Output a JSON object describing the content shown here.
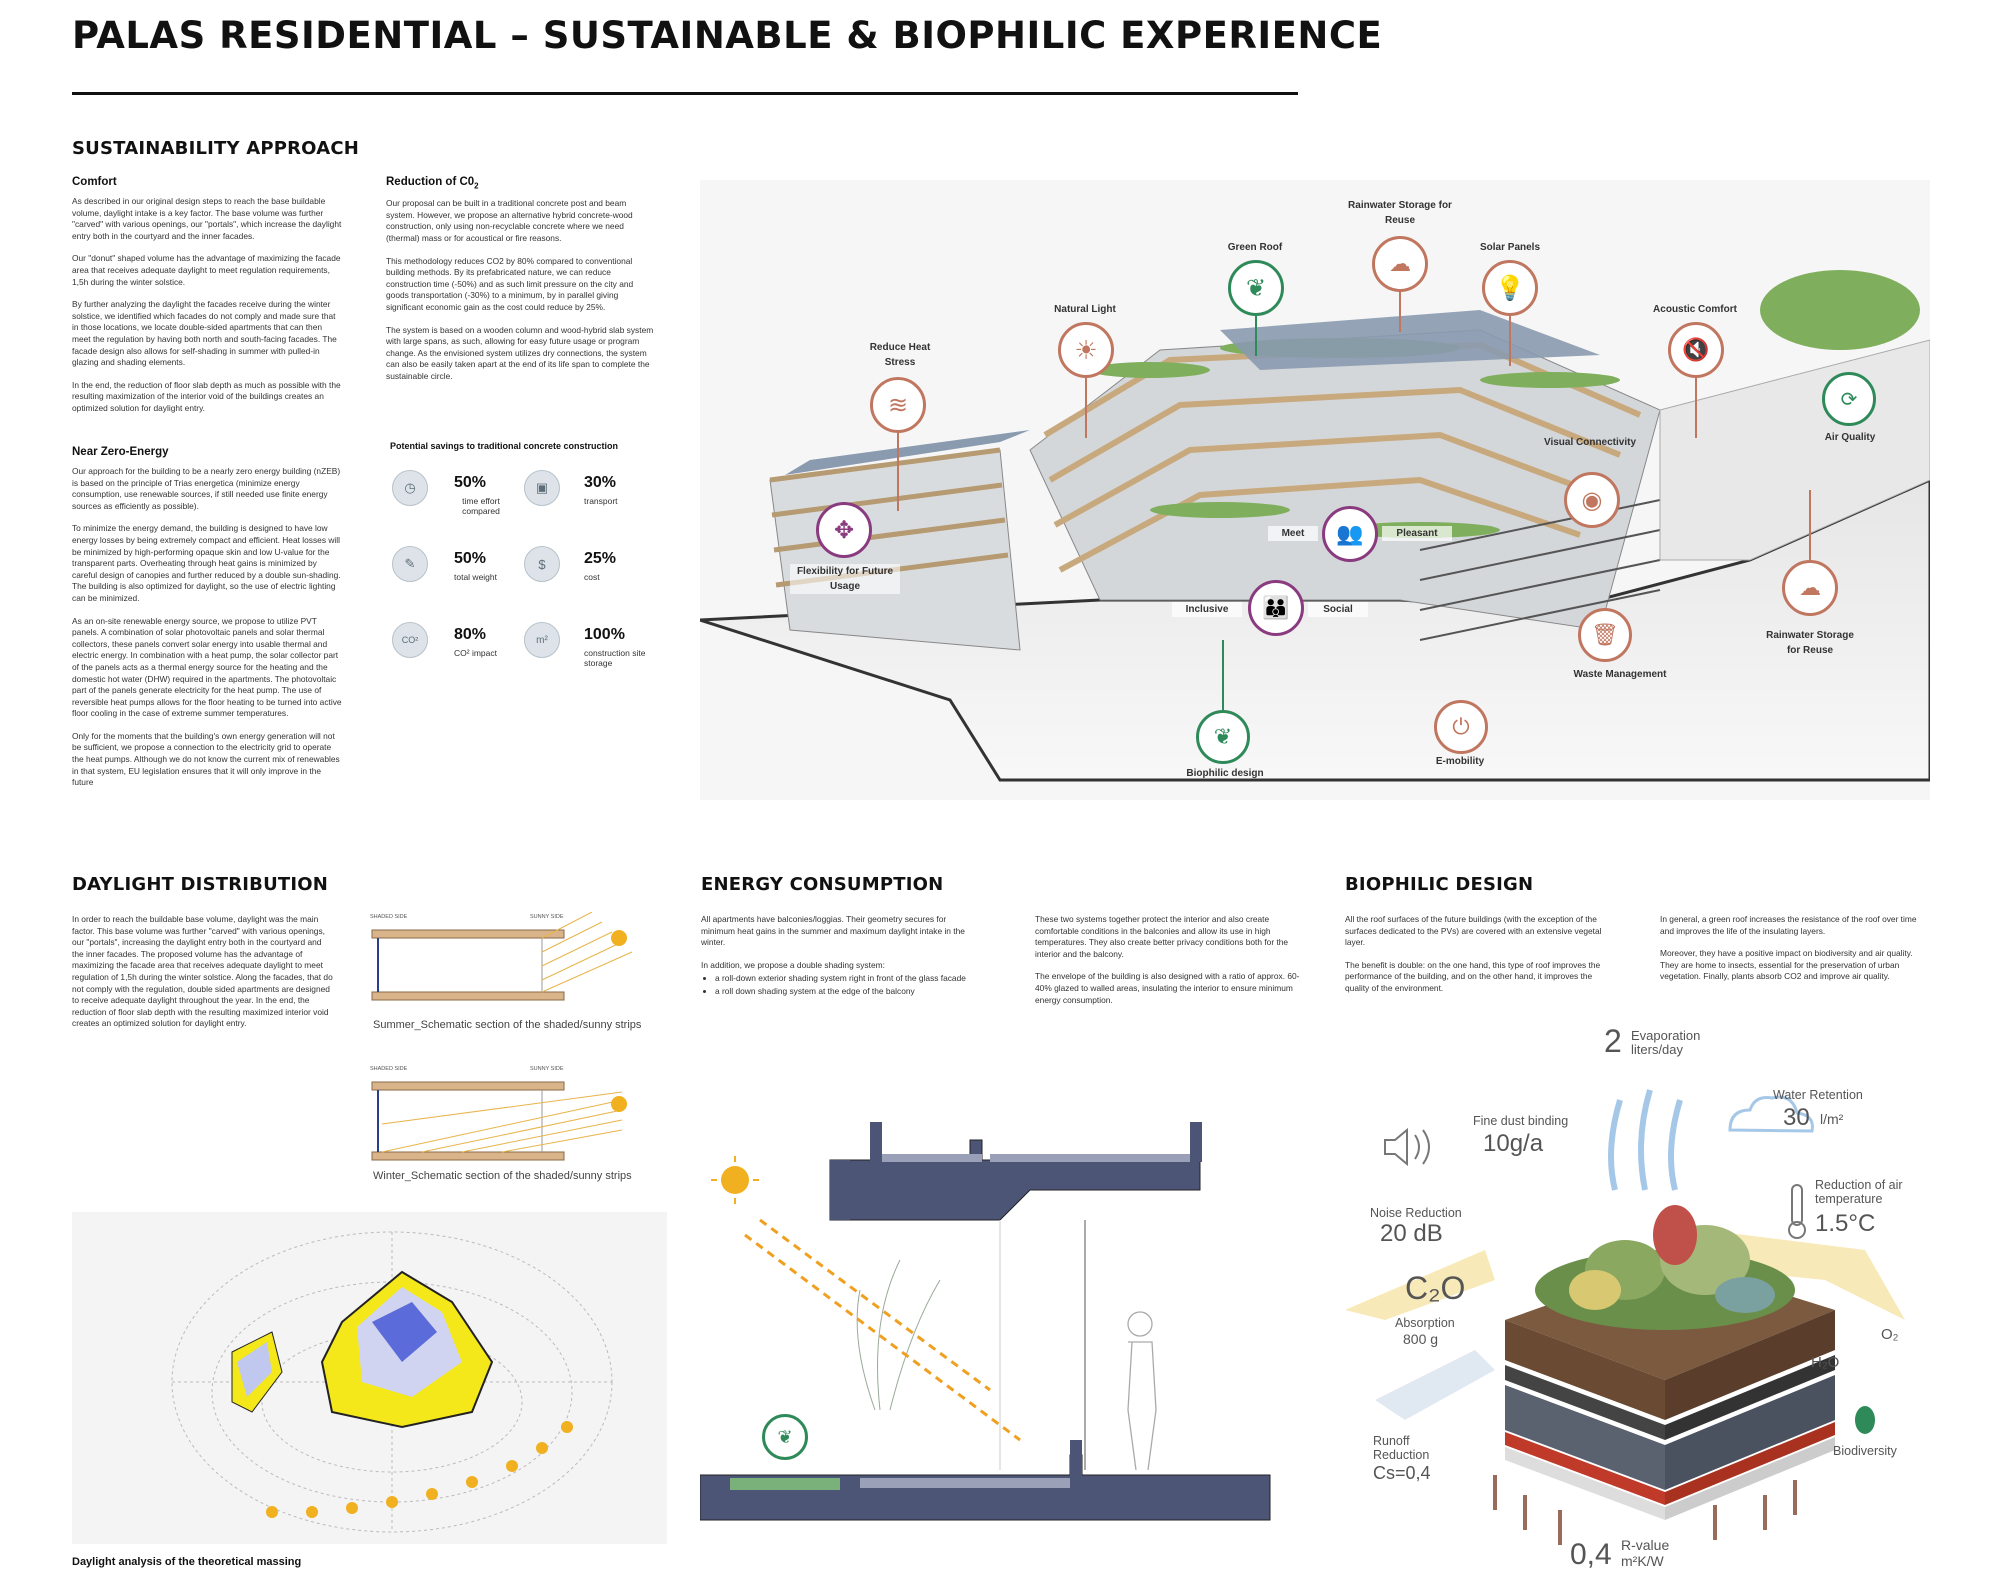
{
  "title": "PALAS RESIDENTIAL – SUSTAINABLE & BIOPHILIC EXPERIENCE",
  "sustainability": {
    "heading": "SUSTAINABILITY APPROACH",
    "comfort": {
      "heading": "Comfort",
      "paragraphs": [
        "As described in our original design steps to reach the base buildable volume, daylight intake is a key factor. The base volume was further \"carved\" with various openings, our \"portals\", which increase the daylight entry both in the courtyard and the inner facades.",
        "Our \"donut\" shaped volume has the advantage of maximizing the facade area that receives adequate daylight to meet regulation requirements, 1,5h during the winter solstice.",
        "By further analyzing the daylight the facades receive during the winter solstice, we identified which facades do not comply and made sure that in those locations, we locate double-sided apartments that can then meet the regulation by having both north and south-facing facades. The facade design also allows for self-shading in summer with pulled-in glazing and shading elements.",
        "In the end, the reduction of floor slab depth as much as possible with the resulting maximization of the interior void of the buildings creates an optimized solution for daylight entry."
      ]
    },
    "nzeb": {
      "heading": "Near Zero-Energy",
      "paragraphs": [
        "Our approach for the building to be a nearly zero energy building (nZEB) is based on the principle of Trias energetica (minimize energy consumption, use renewable sources, if still needed use finite energy sources as efficiently as possible).",
        "To minimize the energy demand, the building is designed to have low energy losses by being extremely compact and efficient. Heat losses will be minimized by high-performing opaque skin and low U-value for the transparent parts. Overheating through heat gains is minimized by careful design of canopies and further reduced by a double sun-shading. The building is also optimized for daylight, so the use of electric lighting can be minimized.",
        "As an on-site renewable energy source, we propose to utilize PVT panels. A combination of solar photovoltaic panels and solar thermal collectors, these panels convert solar energy into usable thermal and electric energy. In combination with a heat pump, the solar collector part of the panels acts as a thermal energy source for the heating and the domestic hot water (DHW) required in the apartments. The photovoltaic part of the panels generate electricity for the heat pump. The use of reversible heat pumps allows for the floor heating to be turned into active floor cooling in the case of extreme summer temperatures.",
        "Only for the moments that the building's own energy generation will not be sufficient, we propose a connection to the electricity grid to operate the heat pumps. Although we do not know the current mix of renewables in that system, EU legislation ensures that it will only improve in the future"
      ]
    },
    "co2": {
      "heading_main": "Reduction of C0",
      "heading_sub": "2",
      "paragraphs": [
        "Our proposal can be built in a traditional concrete post and beam system. However, we propose an alternative hybrid concrete-wood construction, only using non-recyclable concrete where we need (thermal) mass or for acoustical or fire reasons.",
        "This methodology reduces CO2 by 80% compared to conventional building methods. By its prefabricated nature, we can reduce construction time (-50%) and as such limit pressure on the city and goods transportation (-30%) to a minimum, by in parallel giving significant economic gain as the cost could reduce by 25%.",
        "The system is based on a wooden column and wood-hybrid slab system with large spans, as such, allowing for easy future usage or program change. As the envisioned system utilizes dry connections, the system can also be easily taken apart at the end of its life span to complete the sustainable circle."
      ]
    },
    "savings": {
      "title": "Potential savings to traditional concrete construction",
      "items": [
        {
          "icon": "◷",
          "icon_name": "clock-icon",
          "pct": "50%",
          "label": "time effort compared"
        },
        {
          "icon": "▣",
          "icon_name": "truck-icon",
          "pct": "30%",
          "label": "transport"
        },
        {
          "icon": "✎",
          "icon_name": "feather-icon",
          "pct": "50%",
          "label": "total weight"
        },
        {
          "icon": "$",
          "icon_name": "dollar-icon",
          "pct": "25%",
          "label": "cost"
        },
        {
          "icon": "CO²",
          "icon_name": "co2-icon",
          "pct": "80%",
          "label": "CO² impact"
        },
        {
          "icon": "m²",
          "icon_name": "area-icon",
          "pct": "100%",
          "label": "construction site storage"
        }
      ]
    }
  },
  "diagram": {
    "labels": {
      "reduce_heat": "Reduce Heat Stress",
      "natural_light": "Natural Light",
      "green_roof": "Green Roof",
      "rainwater_top": "Rainwater Storage for Reuse",
      "solar_panels": "Solar Panels",
      "acoustic": "Acoustic Comfort",
      "air_quality": "Air Quality",
      "visual": "Visual Connectivity",
      "flexibility": "Flexibility for Future Usage",
      "meet": "Meet",
      "pleasant": "Pleasant",
      "inclusive": "Inclusive",
      "social": "Social",
      "rainwater_right": "Rainwater Storage for Reuse",
      "waste": "Waste Management",
      "emobility": "E-mobility",
      "biophilic": "Biophilic design"
    },
    "colors": {
      "terracotta": "#c0765f",
      "green": "#2f8a5a",
      "purple": "#8a3a7e"
    }
  },
  "daylight": {
    "heading": "DAYLIGHT DISTRIBUTION",
    "paragraph": "In order to reach the buildable base volume, daylight was the main factor. This base volume was further \"carved\" with various openings, our \"portals\", increasing the daylight entry both in the courtyard and the inner facades. The proposed volume has the advantage of maximizing the facade area that receives adequate daylight to meet regulation of 1,5h during the winter solstice. Along the facades, that do not comply with the regulation, double sided apartments are designed to receive adequate daylight throughout the year. In the end, the reduction of floor slab depth with the resulting maximized interior void creates an optimized solution for daylight entry.",
    "summer_caption": "Summer_Schematic section of the shaded/sunny strips",
    "winter_caption": "Winter_Schematic section of the shaded/sunny strips",
    "shaded_side": "SHADED SIDE",
    "sunny_side": "SUNNY SIDE",
    "analysis_caption": "Daylight analysis of the theoretical massing"
  },
  "energy": {
    "heading": "ENERGY CONSUMPTION",
    "col1_intro": "All apartments have balconies/loggias. Their geometry secures for minimum heat gains in the summer and maximum daylight intake in the winter.",
    "col1_lead": "In addition, we propose a double shading system:",
    "col1_bullets": [
      "a roll-down exterior shading system right in front of the glass facade",
      "a roll down shading system at the edge of the balcony"
    ],
    "col2_p1": "These two systems together protect the interior and also create comfortable conditions in the balconies and allow its use in high temperatures. They also create better privacy conditions both for the interior and the balcony.",
    "col2_p2": "The envelope of the building is also designed with a ratio of approx. 60-40% glazed to walled areas, insulating the interior to ensure minimum energy consumption."
  },
  "biophilic": {
    "heading": "BIOPHILIC DESIGN",
    "col1_p1": "All the roof surfaces of the future buildings (with the exception of the surfaces dedicated to the PVs) are covered with an extensive vegetal layer.",
    "col1_p2": "The benefit is double: on the one hand, this type of roof improves the performance of the building, and on the other hand, it improves the quality of the environment.",
    "col2_p1": "In general, a green roof increases the resistance of the roof over time and improves the life of the insulating layers.",
    "col2_p2": "Moreover, they have a positive impact on biodiversity and air quality. They are home to insects, essential for the preservation of urban vegetation. Finally, plants absorb CO2 and improve air quality.",
    "evaporation_value": "2",
    "evaporation_label": "Evaporation liters/day",
    "fine_dust_label": "Fine dust binding",
    "fine_dust_value": "10g/a",
    "water_retention_label": "Water Retention",
    "water_retention_value": "30",
    "water_retention_unit": "l/m²",
    "noise_label": "Noise Reduction",
    "noise_value": "20 dB",
    "air_temp_label": "Reduction of air temperature",
    "air_temp_value": "1.5°C",
    "c2o": "C₂O",
    "absorption_label": "Absorption",
    "absorption_value": "800 g",
    "o2": "O₂",
    "h2o": "H₂O",
    "runoff_label": "Runoff Reduction",
    "runoff_value": "Cs=0,4",
    "biodiversity_label": "Biodiversity",
    "rvalue_value": "0,4",
    "rvalue_label": "R-value",
    "rvalue_unit": "m²K/W"
  }
}
